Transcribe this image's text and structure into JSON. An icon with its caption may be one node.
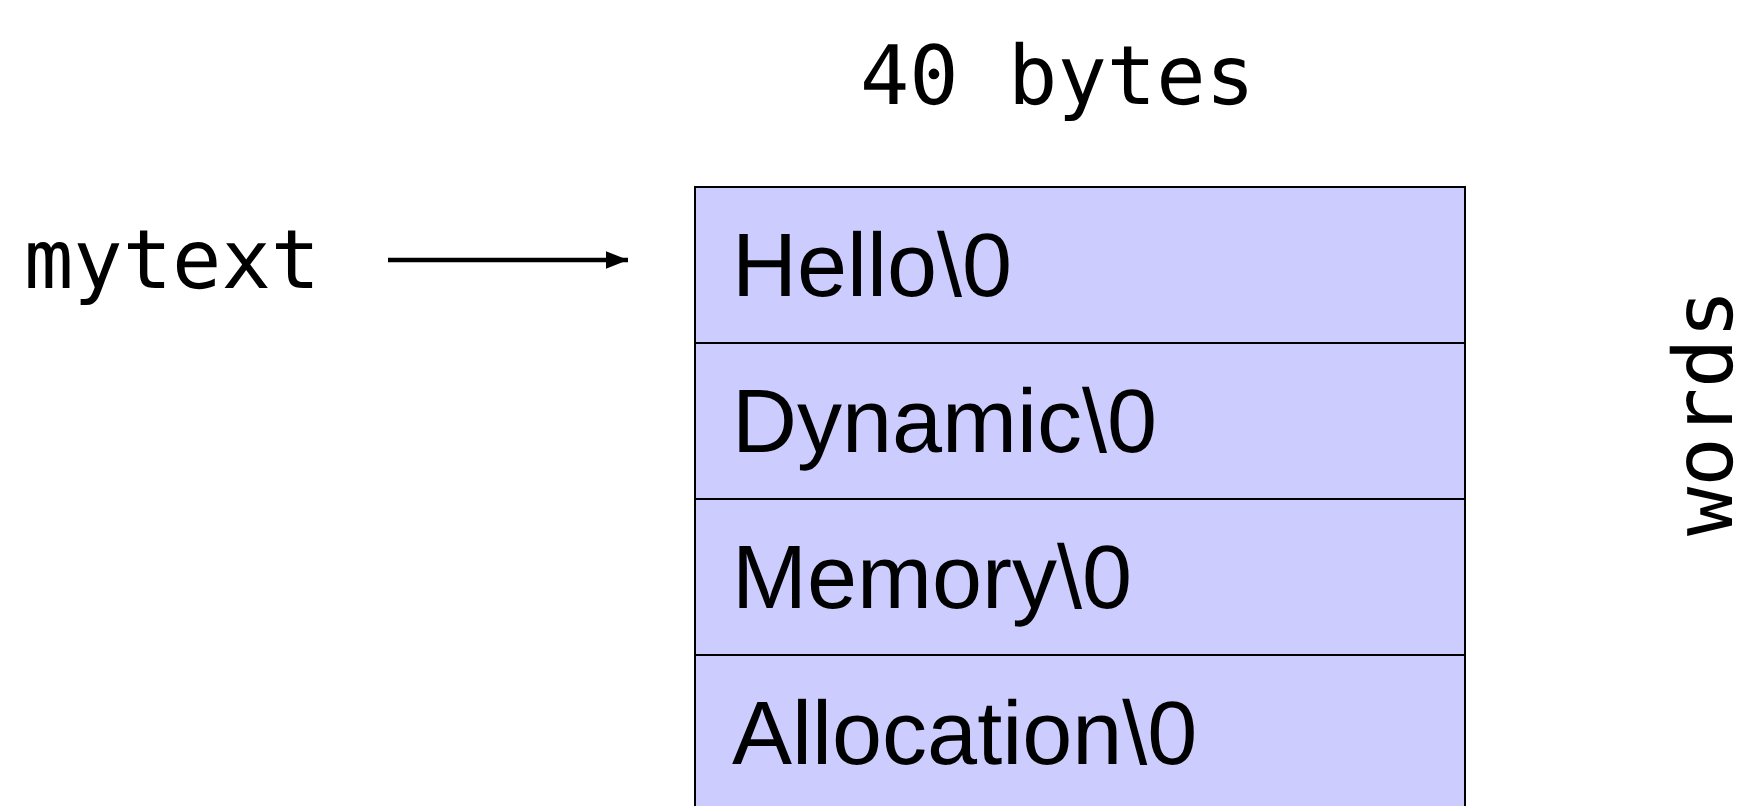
{
  "diagram": {
    "nodes": [
      {
        "text": [
          "mytext"
        ]
      },
      {
        "text": [
          "Hello\\0"
        ]
      },
      {
        "text": [
          "Dynamic\\0"
        ]
      },
      {
        "text": [
          "Memory\\0"
        ]
      },
      {
        "text": [
          "Allocation\\0"
        ]
      }
    ],
    "edges": [
      {
        "from": 0,
        "to": 1,
        "arrow": "to"
      }
    ],
    "labels": [
      "40 bytes",
      "words"
    ]
  }
}
